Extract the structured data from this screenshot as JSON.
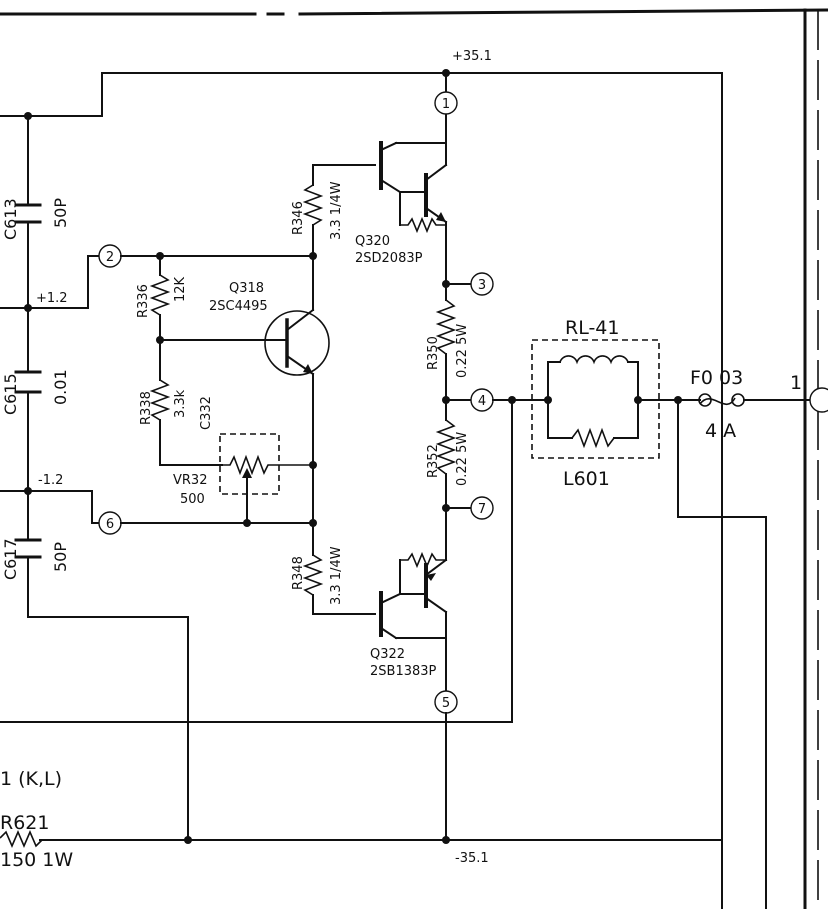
{
  "rails": {
    "positive": "+35.1",
    "negative": "-35.1",
    "plus_bias": "+1.2",
    "minus_bias": "-1.2"
  },
  "nodes": [
    "1",
    "2",
    "3",
    "4",
    "5",
    "6",
    "7"
  ],
  "capacitors": [
    {
      "ref": "C613",
      "value": "50P"
    },
    {
      "ref": "C615",
      "value": "0.01"
    },
    {
      "ref": "C617",
      "value": "50P"
    }
  ],
  "resistors": [
    {
      "ref": "R346",
      "value": "3.3 1/4W"
    },
    {
      "ref": "R336",
      "value": "12K"
    },
    {
      "ref": "R338",
      "value": "3.3k"
    },
    {
      "ref": "R350",
      "value": "0.22 5W"
    },
    {
      "ref": "R352",
      "value": "0.22 5W"
    },
    {
      "ref": "R348",
      "value": "3.3 1/4W"
    },
    {
      "ref": "R621",
      "value": "150 1W"
    }
  ],
  "transistors": [
    {
      "ref": "Q320",
      "part": "2SD2083P"
    },
    {
      "ref": "Q318",
      "part": "2SC4495"
    },
    {
      "ref": "Q322",
      "part": "2SB1383P"
    }
  ],
  "extra_part": "C332",
  "trimmer": {
    "ref": "VR32",
    "value": "500"
  },
  "coil": {
    "top_label": "RL-41",
    "ref": "L601"
  },
  "fuse": {
    "ref": "F0 03",
    "rating": "4 A"
  },
  "output_terminal": "1",
  "channel_label": "1 (K,L)"
}
